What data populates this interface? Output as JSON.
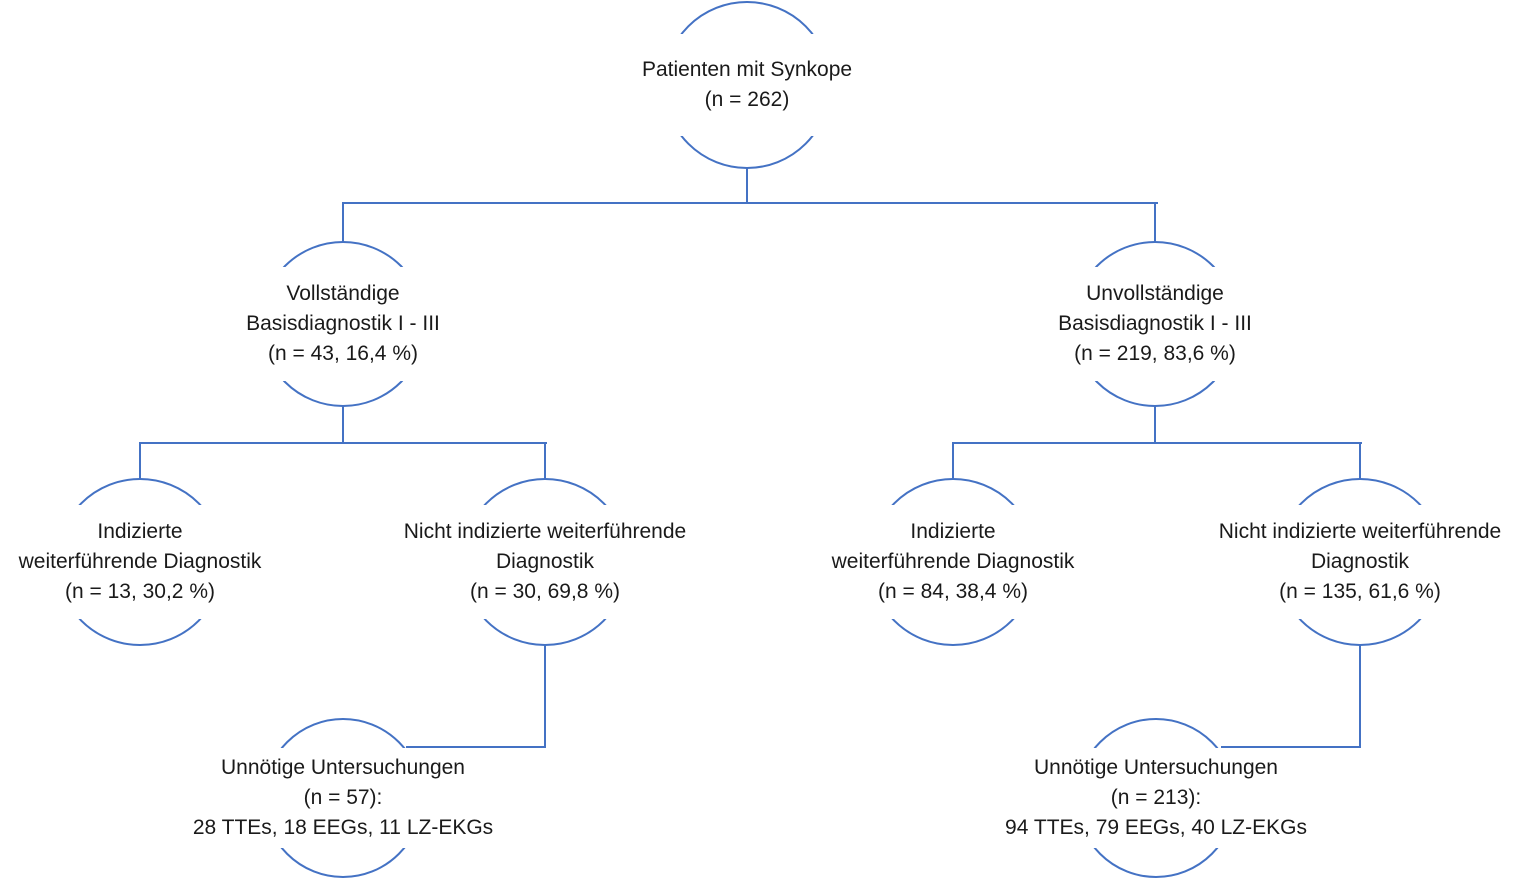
{
  "diagram": {
    "kind": "patient-flow-chart",
    "language": "de",
    "accent_color": "#4472C4",
    "text_color": "#1a1a1a",
    "background_color": "#ffffff",
    "nodes": {
      "root": {
        "lines": [
          "Patienten mit Synkope",
          "(n = 262)"
        ]
      },
      "branch_left": {
        "lines": [
          "Vollständige",
          "Basisdiagnostik I - III",
          "(n = 43, 16,4 %)"
        ]
      },
      "branch_right": {
        "lines": [
          "Unvollständige",
          "Basisdiagnostik I - III",
          "(n = 219, 83,6 %)"
        ]
      },
      "leaf_left_indicated": {
        "lines": [
          "Indizierte",
          "weiterführende Diagnostik",
          "(n = 13, 30,2 %)"
        ]
      },
      "leaf_left_not_indicated": {
        "lines": [
          "Nicht indizierte weiterführende",
          "Diagnostik",
          "(n = 30, 69,8 %)"
        ]
      },
      "leaf_right_indicated": {
        "lines": [
          "Indizierte",
          "weiterführende Diagnostik",
          "(n = 84, 38,4 %)"
        ]
      },
      "leaf_right_not_indicated": {
        "lines": [
          "Nicht indizierte weiterführende",
          "Diagnostik",
          "(n = 135, 61,6 %)"
        ]
      },
      "unnecessary_left": {
        "lines": [
          "Unnötige Untersuchungen",
          "(n = 57):",
          "28 TTEs, 18 EEGs, 11 LZ-EKGs"
        ]
      },
      "unnecessary_right": {
        "lines": [
          "Unnötige Untersuchungen",
          "(n = 213):",
          "94 TTEs, 79 EEGs, 40 LZ-EKGs"
        ]
      }
    }
  }
}
